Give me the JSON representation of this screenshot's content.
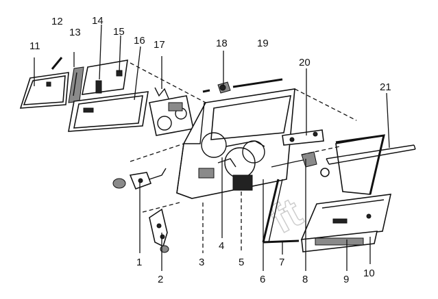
{
  "diagram": {
    "callouts": [
      "1",
      "2",
      "3",
      "4",
      "5",
      "6",
      "7",
      "8",
      "9",
      "10",
      "11",
      "12",
      "13",
      "14",
      "15",
      "16",
      "17",
      "18",
      "19",
      "20",
      "21"
    ],
    "watermark": "ft"
  },
  "colors": {
    "ink": "#111111",
    "background": "#ffffff",
    "shade": "#8a8a8a"
  }
}
